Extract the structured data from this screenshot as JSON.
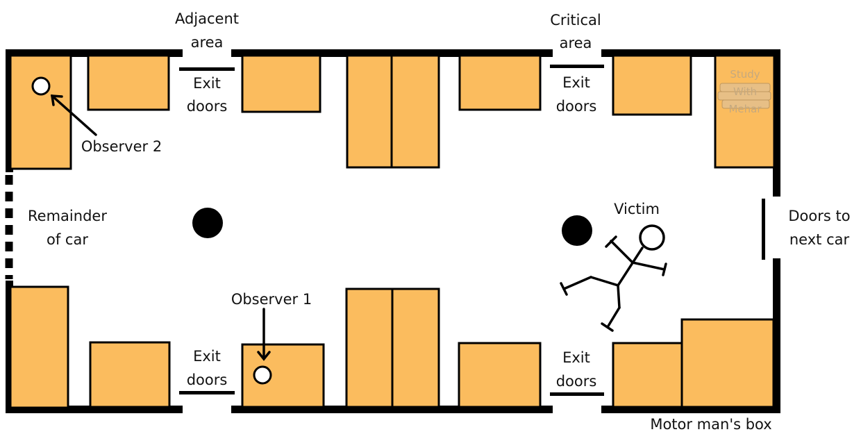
{
  "labels": {
    "adjacent_area_line1": "Adjacent",
    "adjacent_area_line2": "area",
    "critical_area_line1": "Critical",
    "critical_area_line2": "area",
    "exit_doors_line1": "Exit",
    "exit_doors_line2": "doors",
    "observer_1": "Observer 1",
    "observer_2": "Observer 2",
    "remainder_line1": "Remainder",
    "remainder_line2": "of car",
    "victim": "Victim",
    "doors_next_line1": "Doors to",
    "doors_next_line2": "next car",
    "motor_mans_box": "Motor man's box"
  },
  "watermark": {
    "line1": "Study",
    "line2": "With",
    "line3": "Mehar"
  },
  "colors": {
    "seat": "#FBBC5E",
    "wall": "#000000",
    "background": "#FFFFFF"
  }
}
